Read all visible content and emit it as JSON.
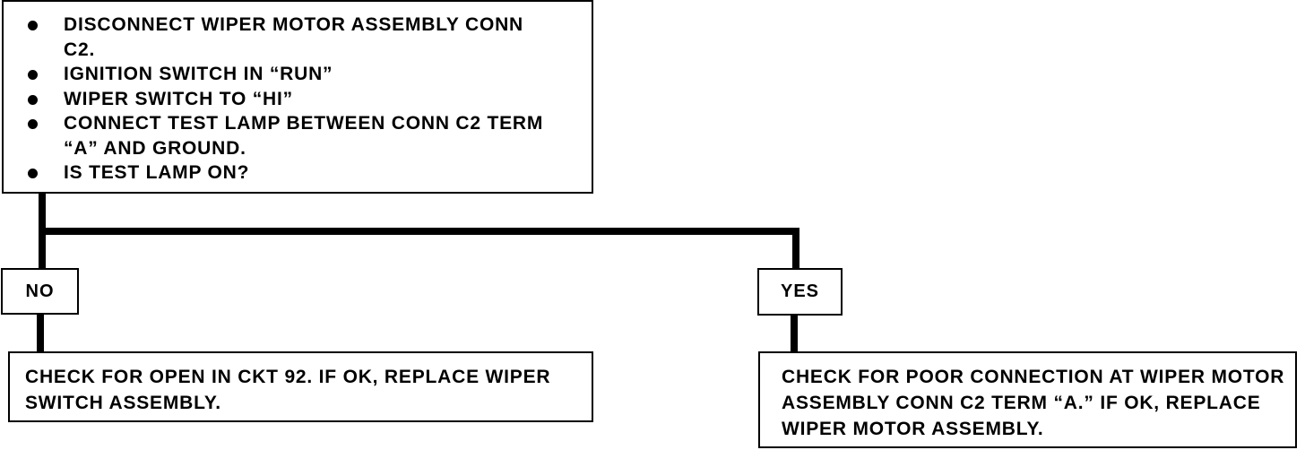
{
  "question": {
    "items": [
      "DISCONNECT WIPER MOTOR ASSEMBLY CONN C2.",
      "IGNITION SWITCH IN “RUN”",
      "WIPER SWITCH TO “HI”",
      "CONNECT TEST LAMP BETWEEN CONN C2 TERM “A” AND GROUND.",
      "IS TEST LAMP ON?"
    ]
  },
  "branches": {
    "no": {
      "label": "NO",
      "result": "CHECK FOR OPEN IN CKT 92.  IF OK, REPLACE WIPER SWITCH ASSEMBLY."
    },
    "yes": {
      "label": "YES",
      "result": "CHECK FOR POOR CONNECTION AT WIPER MOTOR ASSEMBLY CONN C2 TERM “A.”  IF OK, REPLACE WIPER MOTOR ASSEMBLY."
    }
  },
  "colors": {
    "line": "#000000",
    "background": "#ffffff"
  }
}
